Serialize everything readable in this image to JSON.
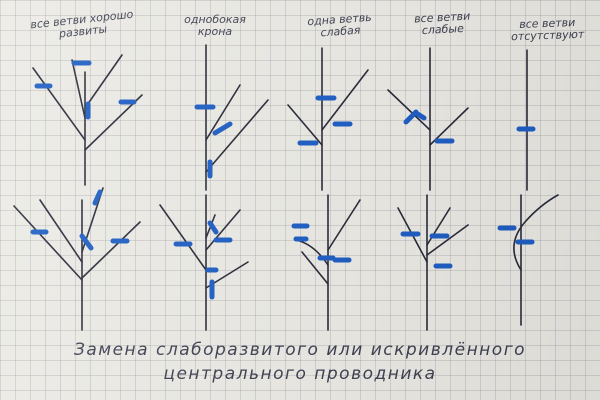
{
  "diagram": {
    "columns": [
      {
        "caption_line1": "все ветви хорошо",
        "caption_line2": "развиты"
      },
      {
        "caption_line1": "однобокая",
        "caption_line2": "крона"
      },
      {
        "caption_line1": "одна ветвь",
        "caption_line2": "слабая"
      },
      {
        "caption_line1": "все ветви",
        "caption_line2": "слабые"
      },
      {
        "caption_line1": "все ветви",
        "caption_line2": "отсутствуют"
      }
    ],
    "footer_line1": "Замена слаборазвитого или искривлённого",
    "footer_line2": "центрального проводника",
    "colors": {
      "paper": "#ecebe6",
      "ink": "#2a2c3a",
      "cut_marker": "#1f5fc4",
      "caption_ink": "#3f4252"
    }
  }
}
